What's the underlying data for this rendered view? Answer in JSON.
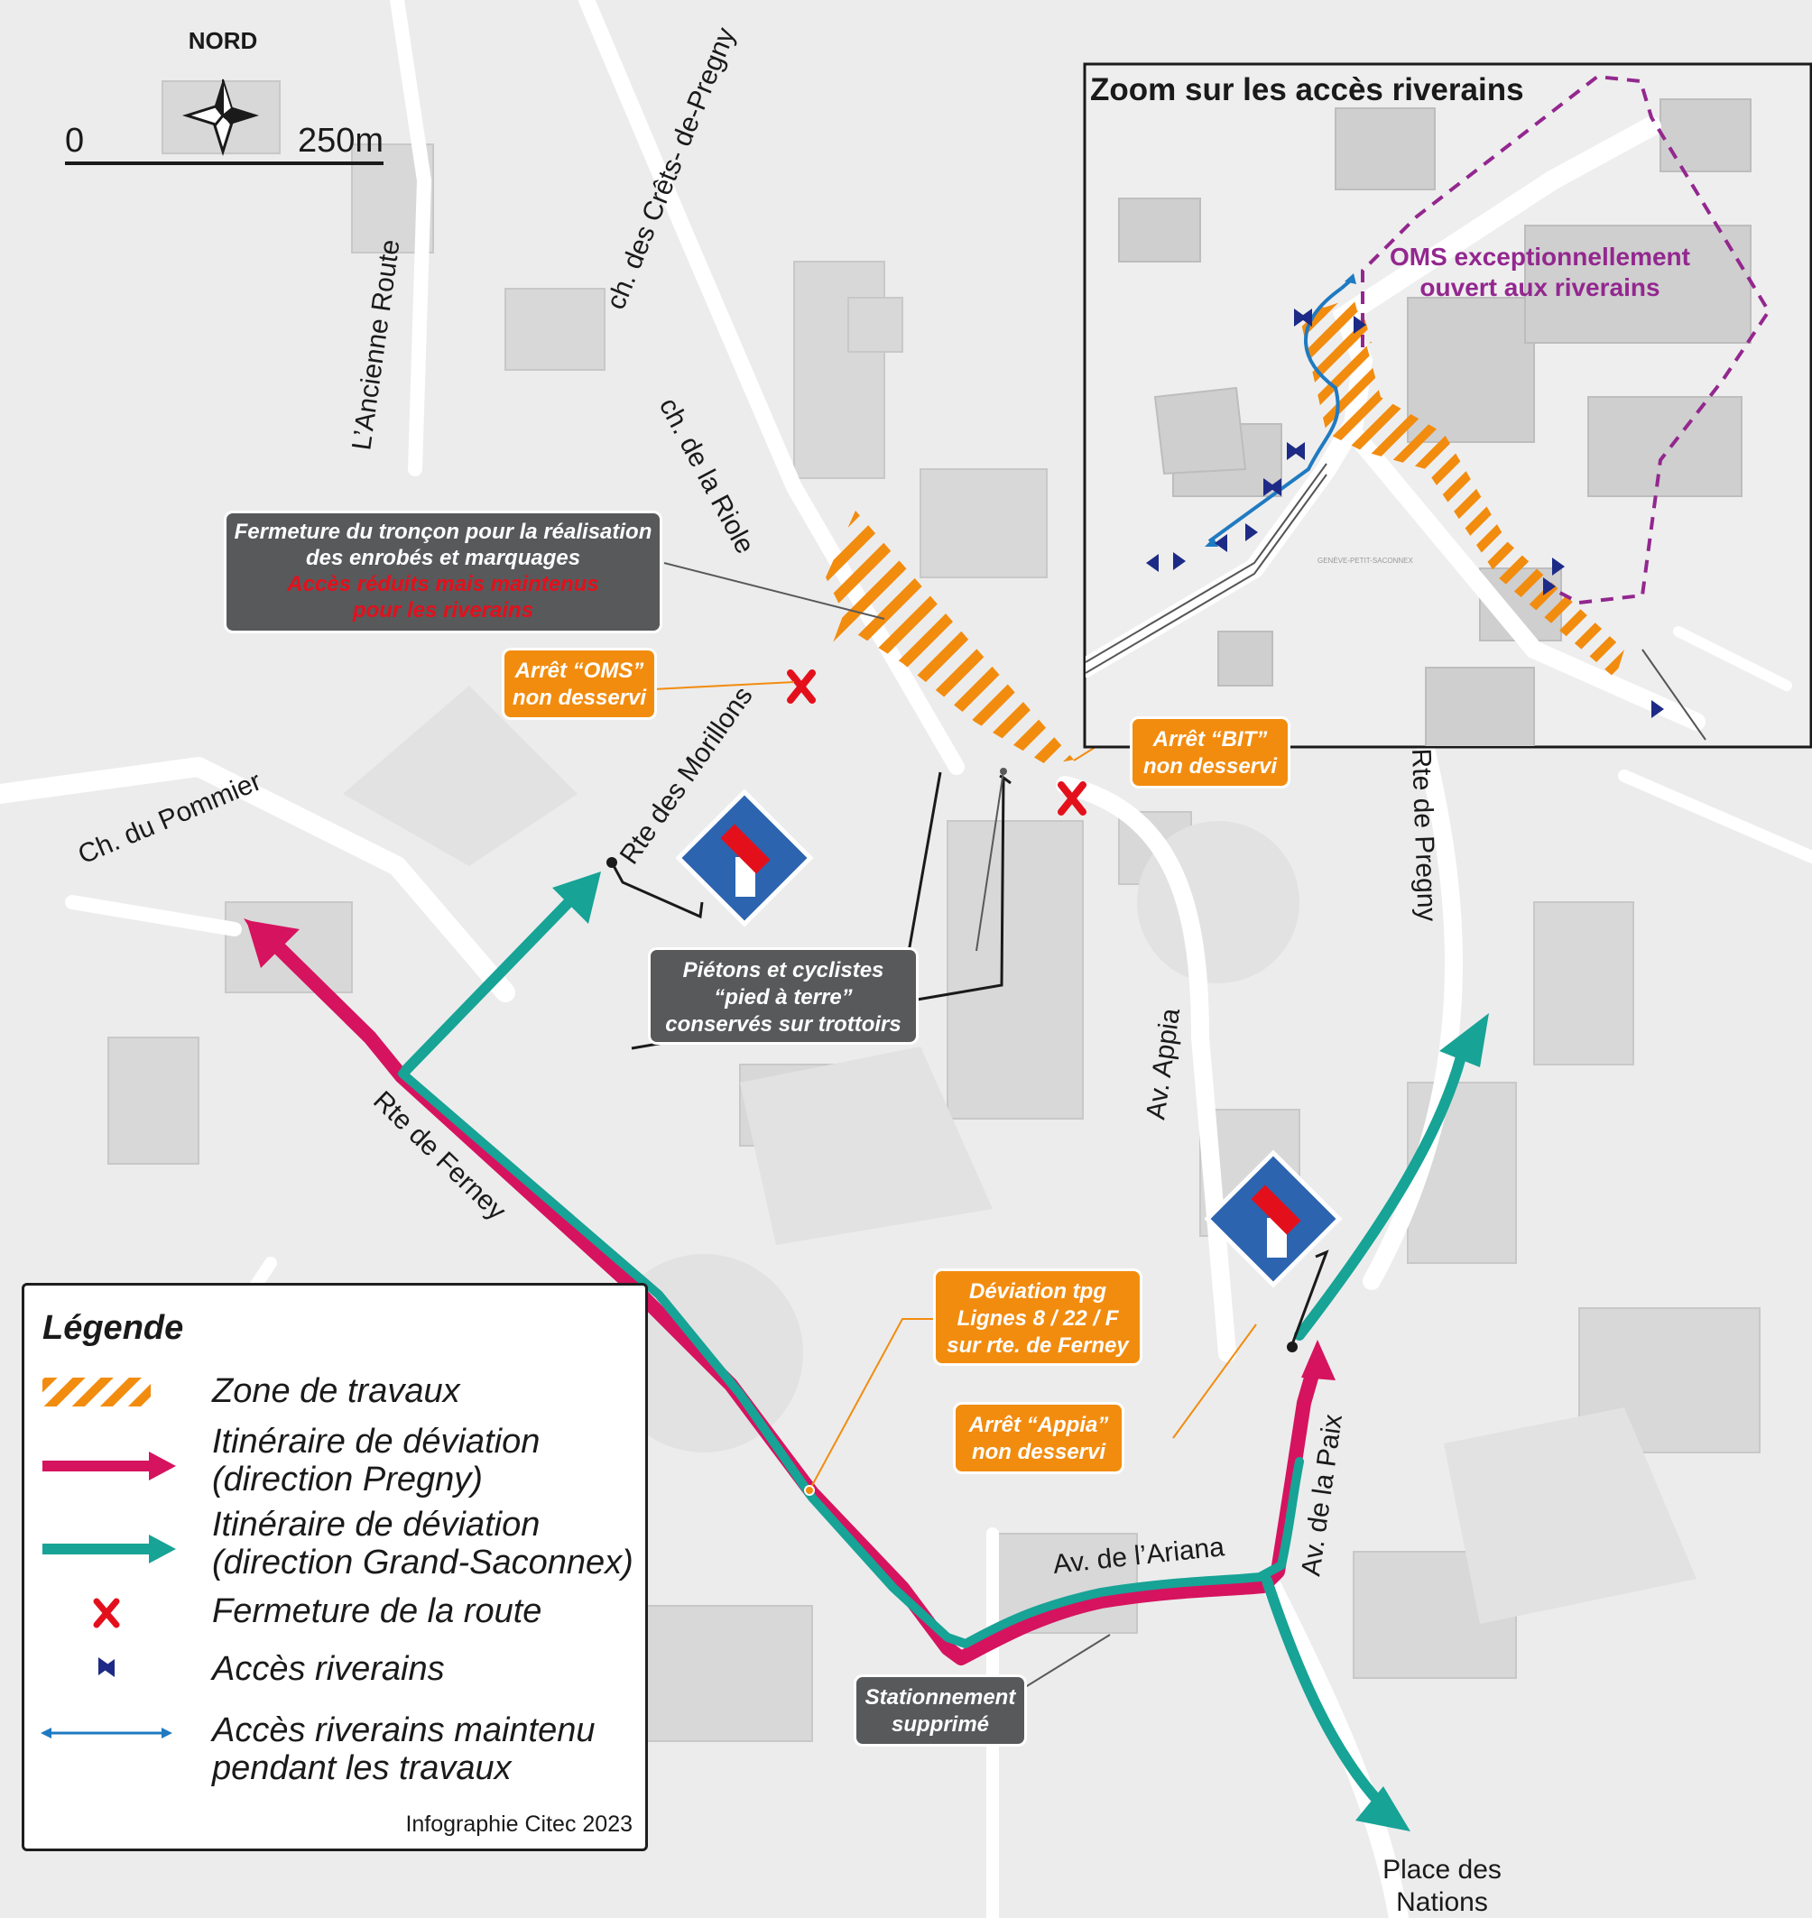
{
  "north_label": "NORD",
  "scale": {
    "start": "0",
    "end": "250m"
  },
  "streets": {
    "cretes": "ch. des Crêts- de-Pregny",
    "ancienne": "L’Ancienne Route",
    "riole": "ch. de la Riole",
    "pommier": "Ch. du Pommier",
    "morillons": "Rte des Morillons",
    "ferney": "Rte de Ferney",
    "appia": "Av. Appia",
    "pregny": "Rte de Pregny",
    "ariana": "Av. de l’Ariana",
    "paix": "Av. de la Paix",
    "nations_1": "Place des",
    "nations_2": "Nations"
  },
  "callouts": {
    "fermeture": {
      "l1": "Fermeture du tronçon pour la réalisation",
      "l2": "des enrobés et marquages",
      "l3": "Accès réduits mais maintenus",
      "l4": "pour les riverains"
    },
    "oms": {
      "l1": "Arrêt “OMS”",
      "l2": "non desservi"
    },
    "bit": {
      "l1": "Arrêt “BIT”",
      "l2": "non desservi"
    },
    "pietons": {
      "l1": "Piétons et cyclistes",
      "l2": "“pied à terre”",
      "l3": "conservés sur trottoirs"
    },
    "deviation": {
      "l1": "Déviation tpg",
      "l2": "Lignes 8 / 22 / F",
      "l3": "sur rte. de Ferney"
    },
    "appia": {
      "l1": "Arrêt “Appia”",
      "l2": "non desservi"
    },
    "stationnement": {
      "l1": "Stationnement",
      "l2": "supprimé"
    }
  },
  "inset": {
    "title": "Zoom sur les accès riverains",
    "oms_l1": "OMS exceptionnellement",
    "oms_l2": "ouvert aux riverains",
    "locality": "GENÈVE-PETIT-SACONNEX"
  },
  "legend": {
    "title": "Légende",
    "items": [
      {
        "l1": "Zone de travaux"
      },
      {
        "l1": "Itinéraire de déviation",
        "l2": "(direction Pregny)"
      },
      {
        "l1": "Itinéraire de déviation",
        "l2": "(direction Grand-Saconnex)"
      },
      {
        "l1": "Fermeture de la route"
      },
      {
        "l1": "Accès riverains"
      },
      {
        "l1": "Accès riverains maintenu",
        "l2": "pendant les travaux"
      }
    ],
    "credit": "Infographie Citec 2023"
  },
  "colors": {
    "work_zone": "#f28c0f",
    "route_pregny": "#d6135f",
    "route_grand_saconnex": "#17a396",
    "closure": "#e3101c",
    "access": "#1d2a86",
    "access_maintained": "#1f7ac1",
    "oms_boundary": "#93278f",
    "callout_dark": "#58595b",
    "callout_orange": "#f28c0f"
  }
}
